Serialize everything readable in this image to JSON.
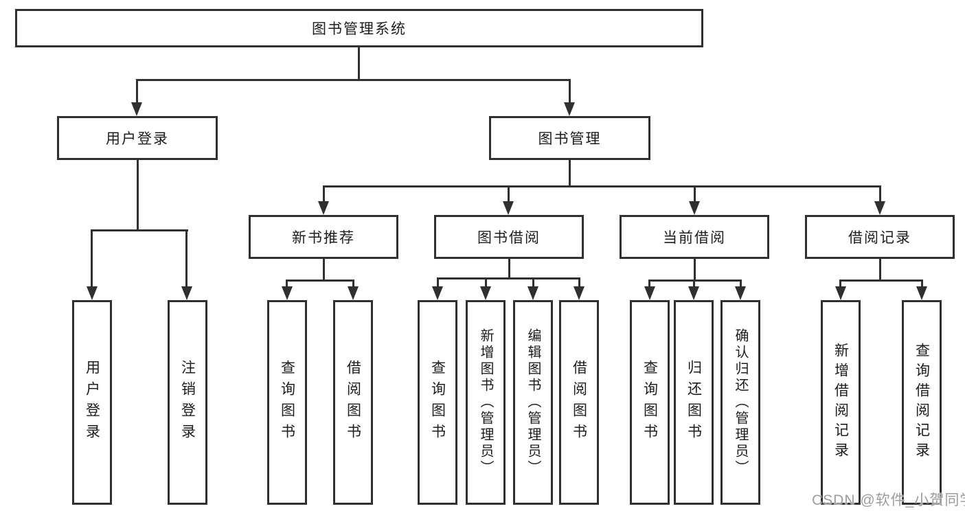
{
  "colors": {
    "background": "#ffffff",
    "line": "#303030",
    "box_border": "#303030",
    "text": "#1c1c1c",
    "watermark": "#9c9c9c"
  },
  "tree": {
    "root": {
      "label": "图书管理系统"
    },
    "level2": [
      {
        "id": "user-login",
        "label": "用户登录"
      },
      {
        "id": "book-management",
        "label": "图书管理"
      }
    ],
    "level3": [
      {
        "id": "new-book-recommend",
        "label": "新书推荐"
      },
      {
        "id": "book-borrowing",
        "label": "图书借阅"
      },
      {
        "id": "current-borrowing",
        "label": "当前借阅"
      },
      {
        "id": "borrowing-records",
        "label": "借阅记录"
      }
    ],
    "leaves": [
      {
        "id": "user-login-leaf",
        "parent": "user-login",
        "label": "用户登录"
      },
      {
        "id": "logout-leaf",
        "parent": "user-login",
        "label": "注销登录"
      },
      {
        "id": "query-books-recommend",
        "parent": "new-book-recommend",
        "label": "查询图书"
      },
      {
        "id": "borrow-books-recommend",
        "parent": "new-book-recommend",
        "label": "借阅图书"
      },
      {
        "id": "query-books-borrowing",
        "parent": "book-borrowing",
        "label": "查询图书"
      },
      {
        "id": "add-books-admin",
        "parent": "book-borrowing",
        "label": "新增图书（管理员）"
      },
      {
        "id": "edit-books-admin",
        "parent": "book-borrowing",
        "label": "编辑图书（管理员）"
      },
      {
        "id": "borrow-books-borrowing",
        "parent": "book-borrowing",
        "label": "借阅图书"
      },
      {
        "id": "query-books-current",
        "parent": "current-borrowing",
        "label": "查询图书"
      },
      {
        "id": "return-books",
        "parent": "current-borrowing",
        "label": "归还图书"
      },
      {
        "id": "confirm-return-admin",
        "parent": "current-borrowing",
        "label": "确认归还（管理员）"
      },
      {
        "id": "add-borrow-record",
        "parent": "borrowing-records",
        "label": "新增借阅记录"
      },
      {
        "id": "query-borrow-record",
        "parent": "borrowing-records",
        "label": "查询借阅记录"
      }
    ]
  },
  "watermark": {
    "text": "CSDN @软件_小贺同学"
  }
}
